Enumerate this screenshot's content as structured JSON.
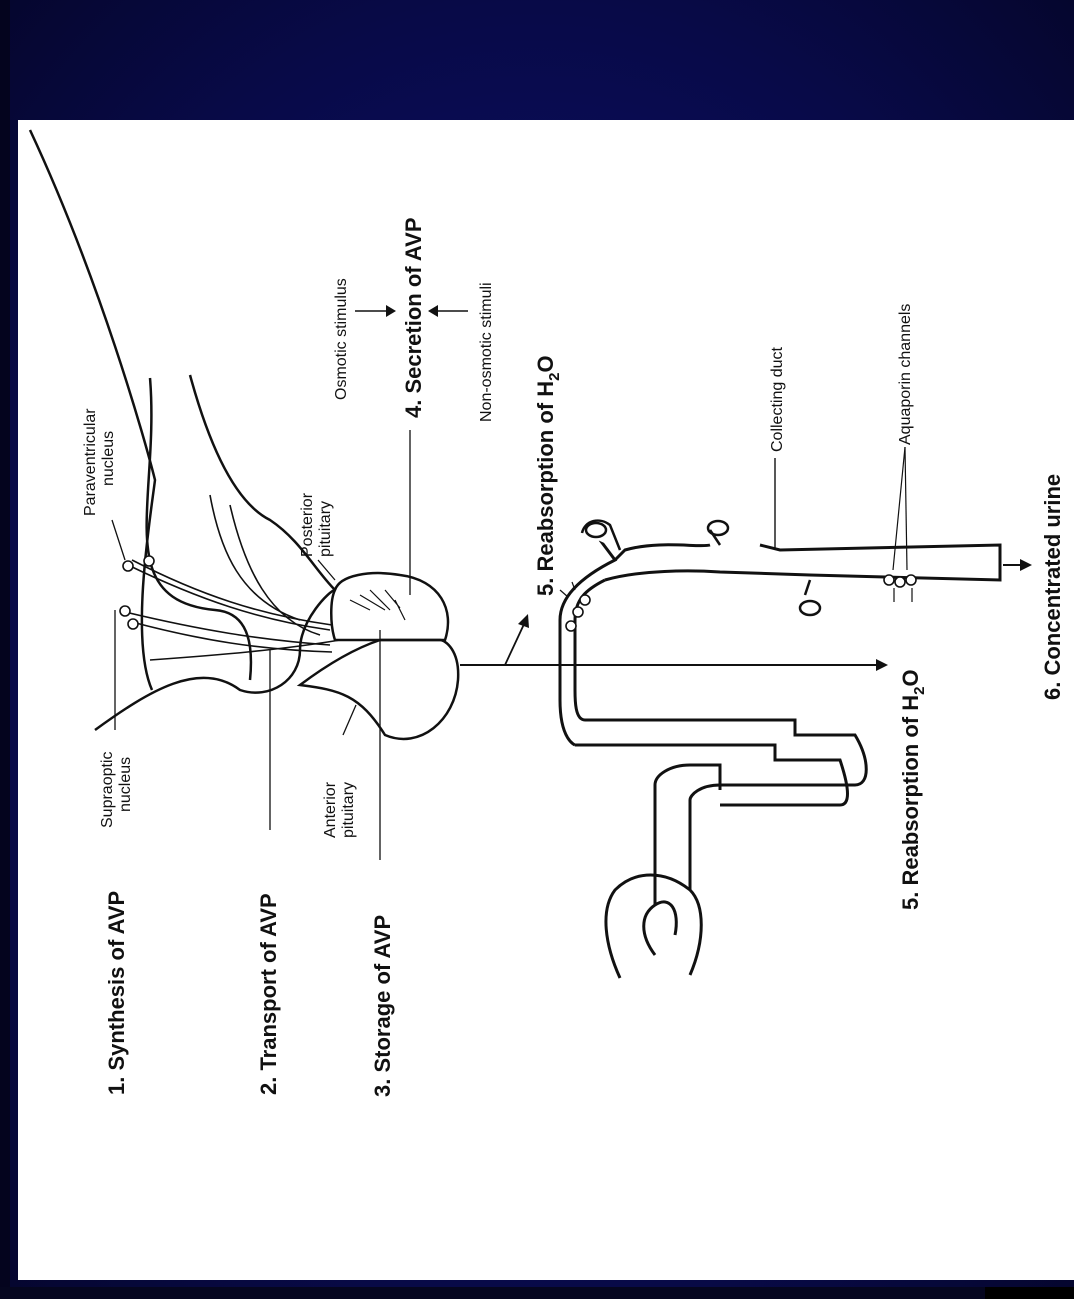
{
  "steps": {
    "s1": "1. Synthesis of AVP",
    "s2": "2. Transport of AVP",
    "s3": "3. Storage of AVP",
    "s4": "4. Secretion of AVP",
    "s5a_pre": "5. Reabsorption of H",
    "s5a_sub": "2",
    "s5a_post": "O",
    "s5b_pre": "5. Reabsorption of H",
    "s5b_sub": "2",
    "s5b_post": "O",
    "s6": "6. Concentrated urine"
  },
  "labels": {
    "supraoptic_1": "Supraoptic",
    "supraoptic_2": "nucleus",
    "paraventricular_1": "Paraventricular",
    "paraventricular_2": "nucleus",
    "posterior_1": "Posterior",
    "posterior_2": "pituitary",
    "anterior_1": "Anterior",
    "anterior_2": "pituitary",
    "osmotic": "Osmotic stimulus",
    "nonosmotic": "Non-osmotic stimuli",
    "collecting": "Collecting duct",
    "aquaporin": "Aquaporin channels"
  },
  "colors": {
    "background": "#0a0b52",
    "panel": "#ffffff",
    "ink": "#111111"
  }
}
